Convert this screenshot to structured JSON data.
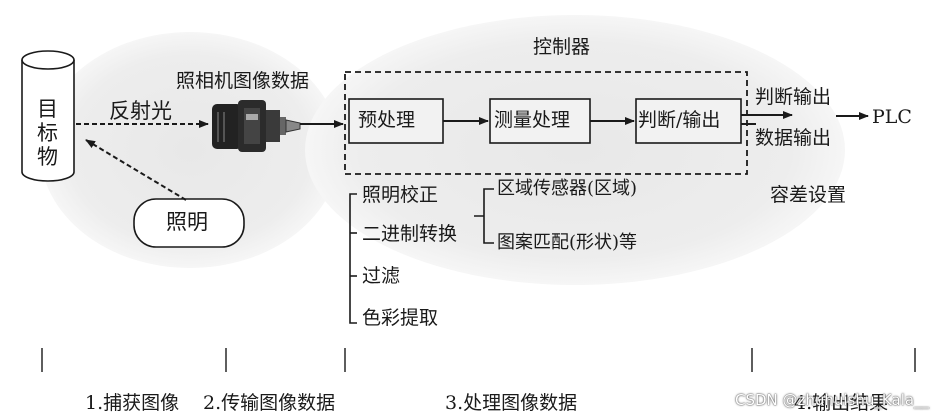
{
  "diagram": {
    "target_label": "目\n标\n物",
    "reflected_light": "反射光",
    "lighting": "照明",
    "camera_data": "照相机图像数据",
    "controller": "控制器",
    "steps": [
      "预处理",
      "测量处理",
      "判断/输出"
    ],
    "output_judge": "判断输出",
    "output_data": "数据输出",
    "plc": "PLC",
    "tolerance": "容差设置",
    "preprocess_items": [
      "照明校正",
      "二进制转换",
      "过滤",
      "色彩提取"
    ],
    "measure_items": [
      "区域传感器(区域)",
      "图案匹配(形状)等"
    ]
  },
  "stages": [
    "1.捕获图像",
    "2.传输图像数据",
    "3.处理图像数据",
    "4.输出结果"
  ],
  "watermark": "CSDN @zhuhuishu_Kala__",
  "colors": {
    "line": "#1a1a1a",
    "blob": "#ebebeb",
    "box_fill": "#f2f2f2"
  }
}
